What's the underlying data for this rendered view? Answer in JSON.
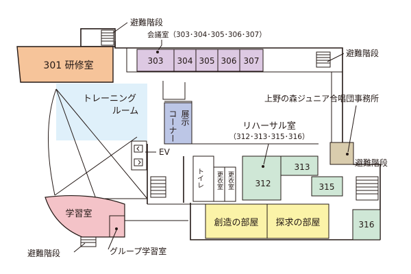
{
  "colors": {
    "seminar": "#f6c49a",
    "meeting": "#ddc9e3",
    "training": "#dff0fa",
    "exhibition": "#bcc6e6",
    "rehearsal": "#cfe7d6",
    "study": "#f4c3c8",
    "creative": "#fbf3a8",
    "office": "#d9ccad",
    "outline": "#231815"
  },
  "rooms": {
    "seminar_301": "301 研修室",
    "meeting_hall": "会議室（303･304･305･306･307）",
    "meeting_303": "303",
    "meeting_304": "304",
    "meeting_305": "305",
    "meeting_306": "306",
    "meeting_307": "307",
    "training_line1": "トレーニング",
    "training_line2": "ルーム",
    "exhibition_line1": "展示",
    "exhibition_line2": "コーナー",
    "office": "上野の森ジュニア合唱団事務所",
    "rehearsal_hall": "リハーサル室",
    "rehearsal_numbers": "（312･313･315･316）",
    "room_312": "312",
    "room_313": "313",
    "room_315": "315",
    "room_316": "316",
    "study_room": "学習室",
    "group_study": "グループ学習室",
    "creative_room": "創造の部屋",
    "inquiry_room": "探求の部屋",
    "toilet": "トイレ",
    "changing_room": "更衣室",
    "elevator": "EV"
  },
  "stairs": {
    "top_left": "避難階段",
    "right_upper": "避難階段",
    "right_middle": "避難階段",
    "bottom_left": "避難階段"
  },
  "icons": [
    "stair-icon",
    "elevator-icon",
    "arrow-icon"
  ]
}
